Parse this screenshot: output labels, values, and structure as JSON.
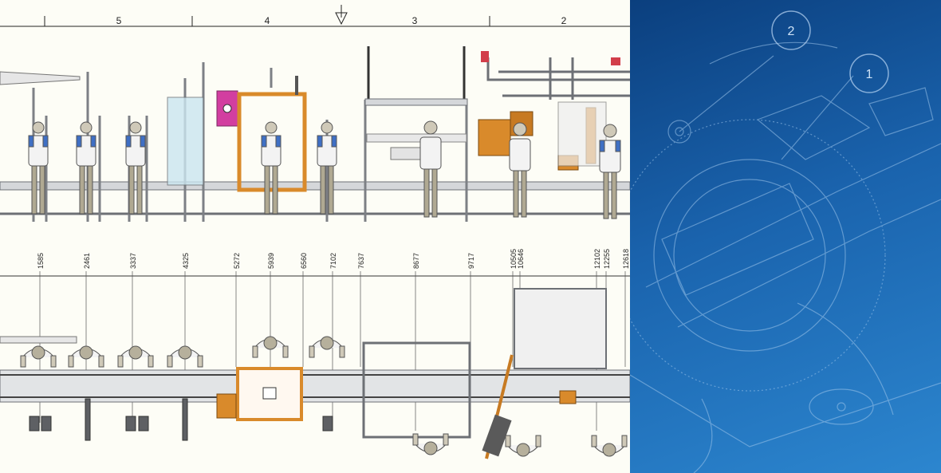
{
  "zone_labels": [
    "5",
    "4",
    "3",
    "2"
  ],
  "dimensions": [
    "1585",
    "2461",
    "3337",
    "4325",
    "5272",
    "5939",
    "6560",
    "7102",
    "7637",
    "8677",
    "9717",
    "10505",
    "10646",
    "12102",
    "12255",
    "12618"
  ],
  "callouts": [
    "2",
    "1"
  ],
  "colors": {
    "background": "#fdfdf6",
    "frame": "#8c8f95",
    "accent_orange": "#d98a2b",
    "accent_magenta": "#d23ea0",
    "panel_blue_dark": "#0b3f7e",
    "panel_blue_light": "#2c86cf"
  },
  "icons": [
    "arrow-down-icon"
  ]
}
